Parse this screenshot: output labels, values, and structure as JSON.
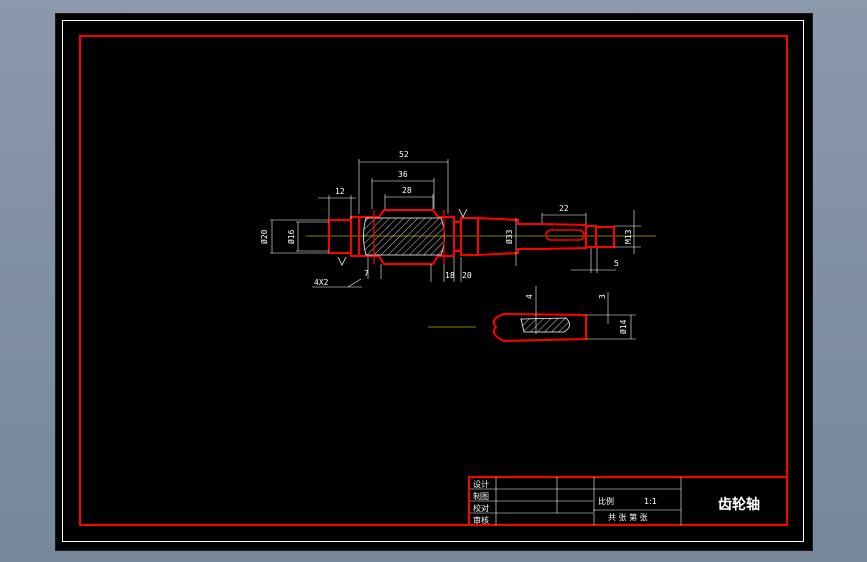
{
  "colors": {
    "outline": "#ff0000",
    "dimension": "#ffffff",
    "centerline": "#ffff00",
    "hatch": "#ffffff",
    "background": "#000000"
  },
  "dimensions": {
    "d52": "52",
    "d36": "36",
    "d28": "28",
    "d12": "12",
    "d22": "22",
    "phi20": "Ø20",
    "phi16": "Ø16",
    "phi33": "Ø33",
    "m13": "M13",
    "chamfer": "4X2",
    "d7": "7",
    "d18": "18",
    "d20": "20",
    "d5": "5",
    "d4": "4",
    "d3": "3",
    "phi14": "Ø14"
  },
  "title_block": {
    "rows": [
      "设计",
      "制图",
      "校对",
      "审核"
    ],
    "scale_label": "比例",
    "scale_value": "1:1",
    "sheet_text": "共 张 第 张",
    "part_name": "齿轮轴"
  }
}
